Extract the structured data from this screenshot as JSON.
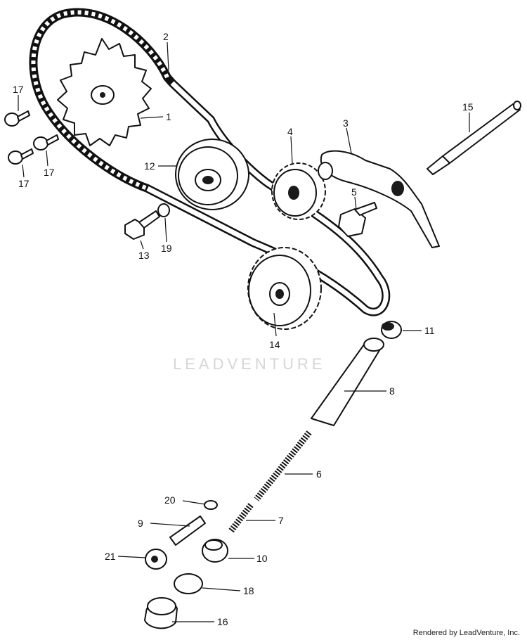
{
  "watermark": "LEADVENTURE",
  "footer": "Rendered by LeadVenture, Inc.",
  "callouts": [
    {
      "id": "c1",
      "label": "1"
    },
    {
      "id": "c2",
      "label": "2"
    },
    {
      "id": "c3",
      "label": "3"
    },
    {
      "id": "c4",
      "label": "4"
    },
    {
      "id": "c5",
      "label": "5"
    },
    {
      "id": "c6",
      "label": "6"
    },
    {
      "id": "c7",
      "label": "7"
    },
    {
      "id": "c8",
      "label": "8"
    },
    {
      "id": "c9",
      "label": "9"
    },
    {
      "id": "c10",
      "label": "10"
    },
    {
      "id": "c11",
      "label": "11"
    },
    {
      "id": "c12",
      "label": "12"
    },
    {
      "id": "c13",
      "label": "13"
    },
    {
      "id": "c14",
      "label": "14"
    },
    {
      "id": "c15",
      "label": "15"
    },
    {
      "id": "c16",
      "label": "16"
    },
    {
      "id": "c17a",
      "label": "17"
    },
    {
      "id": "c17b",
      "label": "17"
    },
    {
      "id": "c17c",
      "label": "17"
    },
    {
      "id": "c18",
      "label": "18"
    },
    {
      "id": "c19",
      "label": "19"
    },
    {
      "id": "c20",
      "label": "20"
    },
    {
      "id": "c21",
      "label": "21"
    }
  ]
}
